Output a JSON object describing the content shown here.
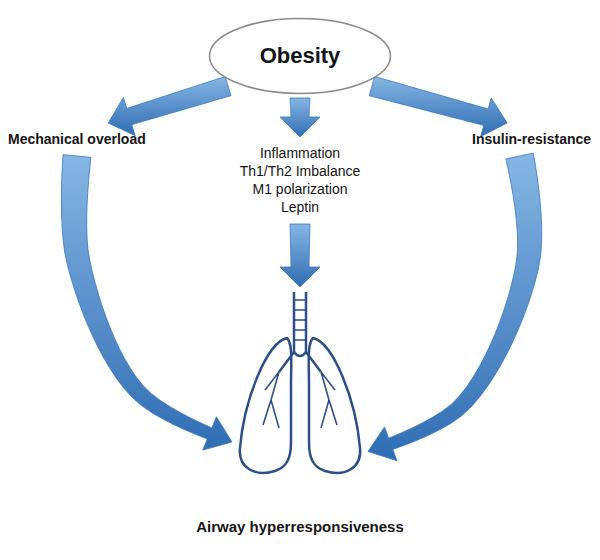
{
  "diagram": {
    "nodes": [
      {
        "text": [
          "Obesity"
        ]
      },
      {
        "text": [
          "Mechanical overload"
        ]
      },
      {
        "text": [
          "Inflammation",
          "Th1/Th2 Imbalance",
          "M1 polarization",
          "Leptin"
        ]
      },
      {
        "text": [
          "Insulin-resistance"
        ]
      },
      {
        "text": [
          "Airway hyperresponsiveness"
        ]
      }
    ],
    "edges": [
      {
        "from": 0,
        "to": 1,
        "arrow": "to"
      },
      {
        "from": 0,
        "to": 2,
        "arrow": "to"
      },
      {
        "from": 0,
        "to": 3,
        "arrow": "to"
      },
      {
        "from": 1,
        "to": 4,
        "arrow": "to"
      },
      {
        "from": 2,
        "to": 4,
        "arrow": "to"
      },
      {
        "from": 3,
        "to": 4,
        "arrow": "to"
      }
    ]
  }
}
